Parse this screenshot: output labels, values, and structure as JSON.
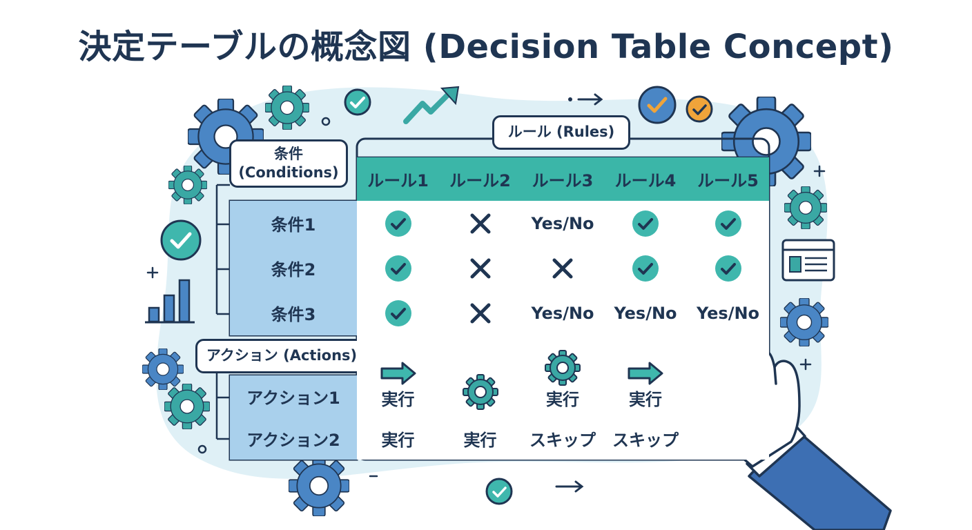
{
  "title": "決定テーブルの概念図 (Decision Table Concept)",
  "labels": {
    "rules": "ルール (Rules)",
    "conditions": "条件\n(Conditions)",
    "actions": "アクション (Actions)"
  },
  "table": {
    "rules": [
      "ルール1",
      "ルール2",
      "ルール3",
      "ルール4",
      "ルール5"
    ],
    "conditions": [
      {
        "label": "条件1",
        "values": [
          {
            "type": "check"
          },
          {
            "type": "cross"
          },
          {
            "type": "text",
            "text": "Yes/No"
          },
          {
            "type": "check"
          },
          {
            "type": "check"
          }
        ]
      },
      {
        "label": "条件2",
        "values": [
          {
            "type": "check"
          },
          {
            "type": "cross"
          },
          {
            "type": "cross"
          },
          {
            "type": "check"
          },
          {
            "type": "check"
          }
        ]
      },
      {
        "label": "条件3",
        "values": [
          {
            "type": "check"
          },
          {
            "type": "cross"
          },
          {
            "type": "text",
            "text": "Yes/No"
          },
          {
            "type": "text",
            "text": "Yes/No"
          },
          {
            "type": "text",
            "text": "Yes/No"
          }
        ]
      }
    ],
    "actions": [
      {
        "label": "アクション1",
        "values": [
          {
            "icon": "arrow-icon",
            "text": "実行"
          },
          {
            "icon": "gear-icon",
            "text": ""
          },
          {
            "icon": "gear-icon",
            "text": "実行"
          },
          {
            "icon": "arrow-icon",
            "text": "実行"
          },
          {
            "icon": "",
            "text": ""
          }
        ]
      },
      {
        "label": "アクション2",
        "values": [
          {
            "icon": "",
            "text": "実行"
          },
          {
            "icon": "",
            "text": "実行"
          },
          {
            "icon": "",
            "text": "スキップ"
          },
          {
            "icon": "",
            "text": "スキップ"
          },
          {
            "icon": "",
            "text": ""
          }
        ]
      }
    ]
  },
  "colors": {
    "navy": "#1f3552",
    "teal": "#3bb6a8",
    "label_blue": "#a9d0ec",
    "gear_blue": "#4a86c5",
    "gear_teal": "#3aa8a4",
    "check_teal": "#3fb7ad",
    "check_orange": "#f0a43a",
    "blob": "#dff0f6",
    "sleeve": "#3d6fb3"
  }
}
